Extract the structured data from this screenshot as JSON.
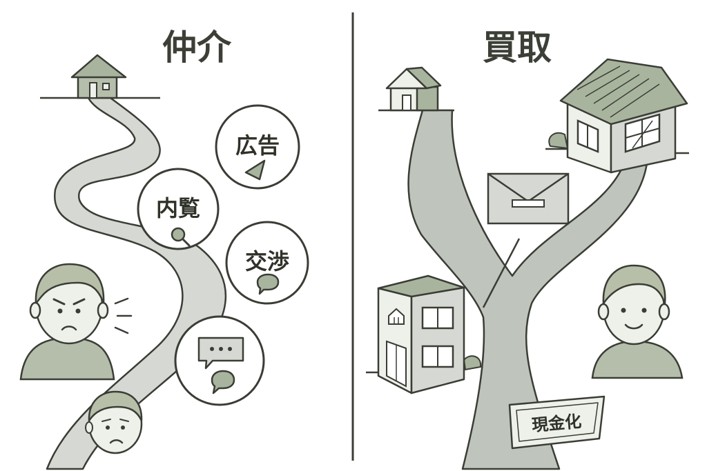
{
  "panels": {
    "left": {
      "title": "仲介",
      "steps": [
        {
          "label": "広告",
          "icon": "megaphone-icon"
        },
        {
          "label": "内覧",
          "icon": "magnifier-icon"
        },
        {
          "label": "交渉",
          "icon": "speech-bubble-icon"
        },
        {
          "label": "",
          "icon": "chat-ellipsis-icon"
        }
      ]
    },
    "right": {
      "title": "買取",
      "sign_label": "現金化"
    }
  },
  "colors": {
    "outline": "#3a3d35",
    "road_left": "#d6d8d3",
    "road_right": "#bfc5bc",
    "sage": "#a9b49e",
    "skin": "#eef0ea",
    "hair": "#b7bfa9",
    "shirt": "#b5beab"
  }
}
